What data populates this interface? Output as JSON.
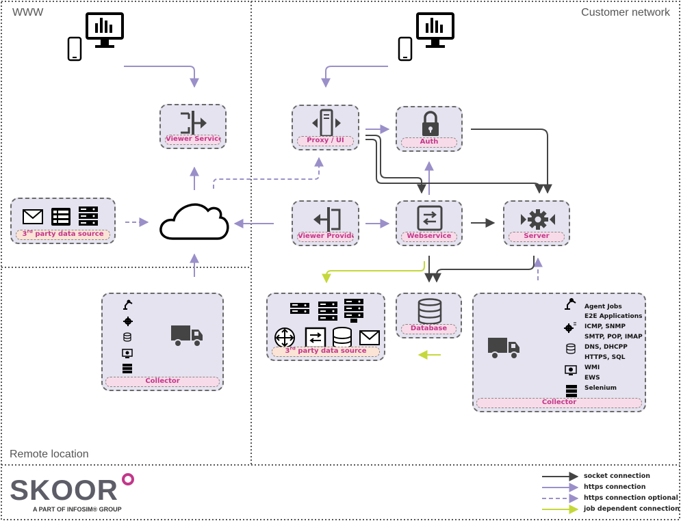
{
  "regions": {
    "www": "WWW",
    "customer": "Customer network",
    "remote": "Remote location"
  },
  "nodes": {
    "viewer_service": "Viewer Service",
    "proxy_ui": "Proxy / UI",
    "auth": "Auth",
    "third_party_left_prefix": "3",
    "third_party_left_sup": "rd",
    "third_party_left_suffix": " party data source",
    "viewer_provider": "Viewer Provider",
    "webservice": "Webservice",
    "server": "Server",
    "collector_remote": "Collector",
    "third_party_right_prefix": "3",
    "third_party_right_sup": "rd",
    "third_party_right_suffix": " party data source",
    "database": "Database",
    "collector_customer": "Collector"
  },
  "collector_protocols": [
    "Agent Jobs",
    "E2E Applications",
    "ICMP, SNMP",
    "SMTP, POP, IMAP",
    "DNS, DHCPP",
    "HTTPS, SQL",
    "WMI",
    "EWS",
    "Selenium"
  ],
  "legend": {
    "socket": "socket connection",
    "https": "https connection",
    "https_optional": "https connection optional",
    "job_dependent": "job dependent connection"
  },
  "logo": {
    "name": "SKOOR",
    "tagline": "A PART OF INFOSIM® GROUP"
  },
  "colors": {
    "socket": "#444444",
    "https": "#9b8fc9",
    "job_dependent": "#c4d83b",
    "node_fill": "#e4e3ef",
    "caption_fill": "#f8dbe8",
    "caption_peach": "#fbe3d6",
    "caption_text": "#c2378a",
    "logo_dot": "#c2378a"
  },
  "icons": [
    "monitor-chart-icon",
    "phone-icon",
    "door-exit-icon",
    "proxy-server-icon",
    "lock-icon",
    "mail-icon",
    "list-icon",
    "server-rack-icon",
    "cloud-icon",
    "door-enter-icon",
    "switch-icon",
    "gear-icon",
    "truck-icon",
    "robot-arm-icon",
    "database-icon",
    "router-icon",
    "computer-gear-icon"
  ]
}
